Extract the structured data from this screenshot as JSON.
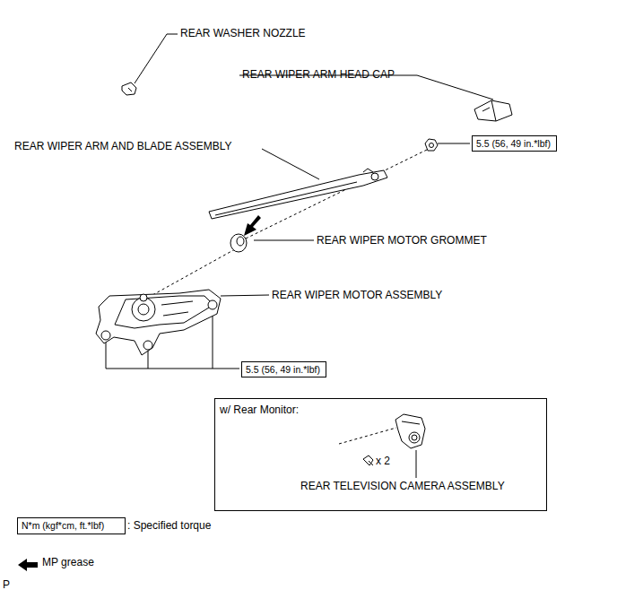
{
  "diagram": {
    "nodes": [
      {
        "text": [
          "5.5 (56, 49 in.*lbf)"
        ]
      },
      {
        "text": [
          "5.5 (56, 49 in.*lbf)"
        ]
      },
      {
        "text": [
          "w/ Rear Monitor:",
          "x 2",
          "REAR TELEVISION CAMERA ASSEMBLY"
        ]
      },
      {
        "text": [
          "N*m (kgf*cm, ft.*lbf)"
        ]
      }
    ],
    "labels": [
      "REAR WASHER NOZZLE",
      "REAR WIPER ARM HEAD CAP",
      "REAR WIPER ARM AND BLADE ASSEMBLY",
      "REAR WIPER MOTOR GROMMET",
      "REAR WIPER MOTOR ASSEMBLY",
      "P"
    ],
    "legend": [
      {
        "text": ": Specified torque"
      },
      {
        "text": "MP grease"
      }
    ]
  }
}
